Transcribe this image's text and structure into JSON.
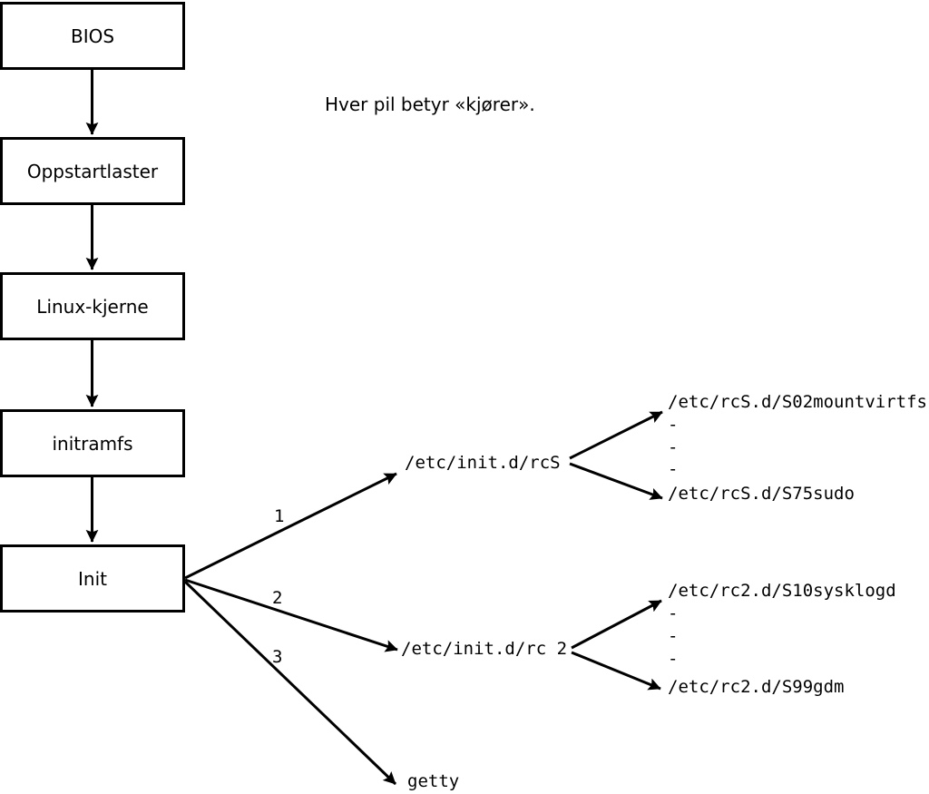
{
  "note": "Hver pil betyr «kjører».",
  "boot_chain": {
    "boxes": [
      {
        "label": "BIOS"
      },
      {
        "label": "Oppstartlaster"
      },
      {
        "label": "Linux-kjerne"
      },
      {
        "label": "initramfs"
      },
      {
        "label": "Init"
      }
    ]
  },
  "branches": [
    {
      "number": "1",
      "target": "/etc/init.d/rcS",
      "children": [
        "/etc/rcS.d/S02mountvirtfs",
        "-",
        "-",
        "-",
        "/etc/rcS.d/S75sudo"
      ]
    },
    {
      "number": "2",
      "target": "/etc/init.d/rc 2",
      "children": [
        "/etc/rc2.d/S10sysklogd",
        "-",
        "-",
        "-",
        "/etc/rc2.d/S99gdm"
      ]
    },
    {
      "number": "3",
      "target": "getty",
      "children": []
    }
  ],
  "colors": {
    "line": "#000000",
    "background": "#ffffff",
    "box_fill": "#ffffff",
    "text": "#000000"
  }
}
